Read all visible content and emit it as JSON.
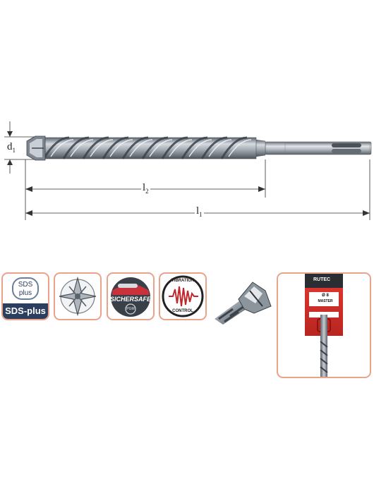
{
  "dimensions": {
    "d": "d",
    "d_sub": "1",
    "l2": "l",
    "l2_sub": "2",
    "l1": "l",
    "l1_sub": "1"
  },
  "badges": {
    "sds_line1": "SDS",
    "sds_line2": "plus",
    "sds_bar": "SDS-plus",
    "sichersafe": "SICHERSAFE",
    "pgm": "PGM",
    "vibration": "VIBRATION",
    "control": "CONTROL"
  },
  "package": {
    "brand": "RUTEC",
    "label1": "Ø 8",
    "label2": "MASTER"
  },
  "colors": {
    "badge_border": "#e8a38a",
    "sds_navy": "#2b3e5e",
    "brand_red": "#d6342c",
    "steel": "#9aa3ad"
  }
}
